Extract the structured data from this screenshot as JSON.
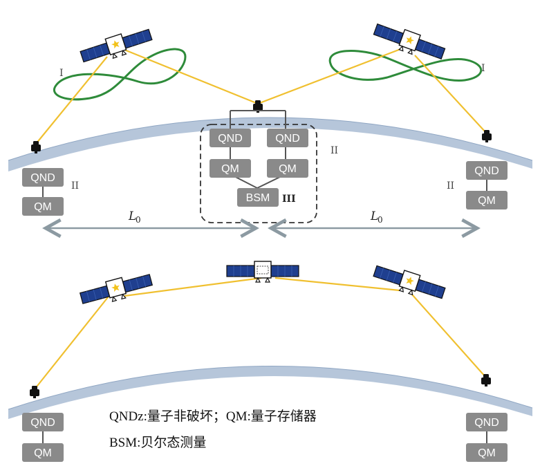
{
  "labels": {
    "qnd": "QND",
    "qm": "QM",
    "bsm": "BSM",
    "roman_one": "I",
    "roman_two": "II",
    "roman_three": "III",
    "distance": "L",
    "distance_sub": "0"
  },
  "legend": {
    "line1": "QNDz:量子非破坏；QM:量子存储器",
    "line2": "BSM:贝尔态测量"
  },
  "colors": {
    "node_box": "#8a8a8a",
    "link": "#f0c030",
    "orbit": "#2e8b3a",
    "earth": "#a9bcd4",
    "panel": "#1f3f8f",
    "arrow": "#8c9aa2"
  },
  "icons": [
    "satellite-icon",
    "ground-station-icon",
    "star-icon"
  ]
}
